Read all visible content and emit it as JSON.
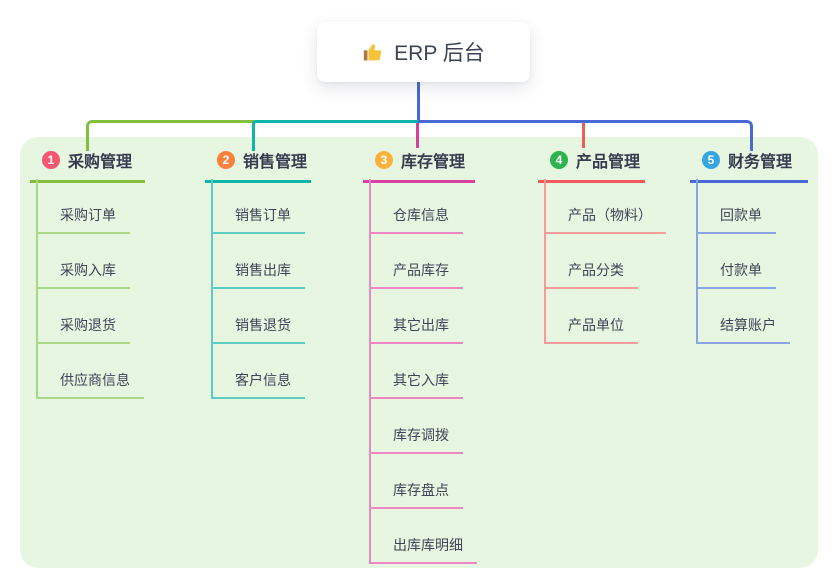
{
  "root": {
    "title": "ERP 后台",
    "icon": "thumbs-up-icon",
    "card_color": "#ffffff",
    "text_color": "#3d4356"
  },
  "panel": {
    "background": "#e7f6e1"
  },
  "connector_colors": {
    "root_line": "#4868d4",
    "bus_left": "#82bf3c",
    "bus_mid": "#10b5aa",
    "bus_right": "#4868d4",
    "drop_inventory": "#d6409f",
    "drop_product": "#f25b5b"
  },
  "branches": [
    {
      "index": "1",
      "label": "采购管理",
      "badge_color": "#f4576e",
      "line_color": "#82bf3c",
      "light_line_color": "#a9d687",
      "children": [
        "采购订单",
        "采购入库",
        "采购退货",
        "供应商信息"
      ]
    },
    {
      "index": "2",
      "label": "销售管理",
      "badge_color": "#f8823d",
      "line_color": "#10b5aa",
      "light_line_color": "#5fccc3",
      "children": [
        "销售订单",
        "销售出库",
        "销售退货",
        "客户信息"
      ]
    },
    {
      "index": "3",
      "label": "库存管理",
      "badge_color": "#f9b13e",
      "line_color": "#d6409f",
      "light_line_color": "#ef86c5",
      "children": [
        "仓库信息",
        "产品库存",
        "其它出库",
        "其它入库",
        "库存调拨",
        "库存盘点",
        "出库库明细"
      ]
    },
    {
      "index": "4",
      "label": "产品管理",
      "badge_color": "#2fb350",
      "line_color": "#f25b5b",
      "light_line_color": "#f79b9b",
      "children": [
        "产品（物料）",
        "产品分类",
        "产品单位"
      ]
    },
    {
      "index": "5",
      "label": "财务管理",
      "badge_color": "#35a6e0",
      "line_color": "#4868d4",
      "light_line_color": "#8ba4e6",
      "children": [
        "回款单",
        "付款单",
        "结算账户"
      ]
    }
  ]
}
